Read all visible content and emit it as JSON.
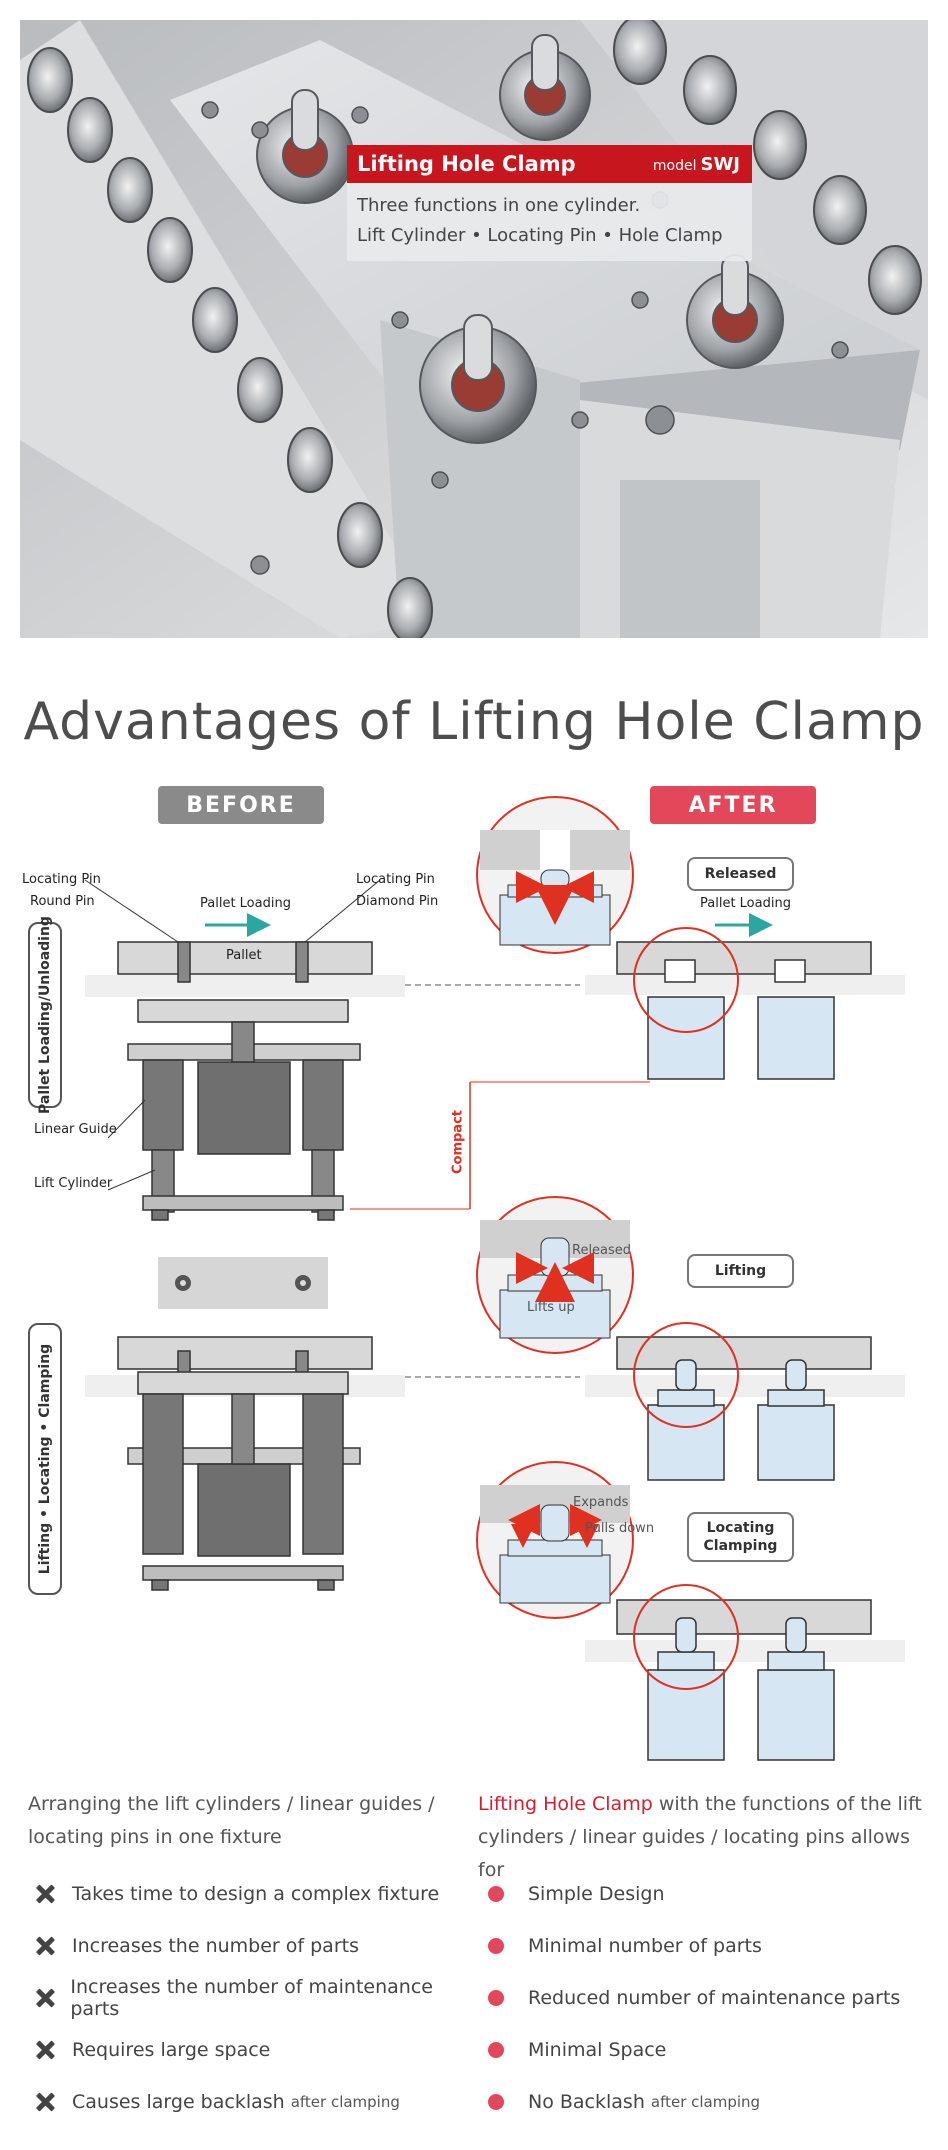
{
  "hero": {
    "title": "Lifting Hole Clamp",
    "model_prefix": "model",
    "model": "SWJ",
    "line1": "Three functions in one cylinder.",
    "line2": "Lift Cylinder • Locating Pin • Hole Clamp"
  },
  "heading": "Advantages of Lifting Hole Clamp",
  "before_label": "BEFORE",
  "after_label": "AFTER",
  "before_diagram": {
    "locating_pin_left": "Locating Pin",
    "round_pin": "Round Pin",
    "locating_pin_right": "Locating Pin",
    "diamond_pin": "Diamond Pin",
    "pallet_loading": "Pallet Loading",
    "pallet": "Pallet",
    "linear_guide": "Linear Guide",
    "lift_cylinder": "Lift Cylinder",
    "compact": "Compact",
    "side_label_top": "Pallet Loading/Unloading",
    "side_label_bottom": "Lifting • Locating • Clamping"
  },
  "after_diagram": {
    "released": "Released",
    "pallet_loading": "Pallet Loading",
    "lifting": "Lifting",
    "locating": "Locating",
    "clamping": "Clamping",
    "detail_released": "Released",
    "detail_lifts_up": "Lifts up",
    "detail_expands": "Expands",
    "detail_pulls_down": "Pulls down"
  },
  "before_list": {
    "intro_line1": "Arranging the lift cylinders / linear guides /",
    "intro_line2": "locating pins in one fixture",
    "items": [
      {
        "text": "Takes time to design a complex fixture",
        "note": ""
      },
      {
        "text": "Increases the number of parts",
        "note": ""
      },
      {
        "text": "Increases the number of maintenance parts",
        "note": ""
      },
      {
        "text": "Requires large space",
        "note": ""
      },
      {
        "text": "Causes large backlash",
        "note": "after clamping"
      }
    ]
  },
  "after_list": {
    "intro_red": "Lifting Hole Clamp",
    "intro_rest1": " with the functions of the lift",
    "intro_line2": "cylinders / linear guides / locating pins allows for",
    "items": [
      {
        "text": "Simple Design",
        "note": ""
      },
      {
        "text": "Minimal number of parts",
        "note": ""
      },
      {
        "text": "Reduced number of maintenance parts",
        "note": ""
      },
      {
        "text": "Minimal Space",
        "note": ""
      },
      {
        "text": "No Backlash",
        "note": "after clamping"
      }
    ]
  },
  "colors": {
    "brand_red": "#c8161e",
    "after_pink": "#e2485a",
    "before_gray": "#8a8a8a",
    "cylinder_blue": "#d6e6f2"
  }
}
